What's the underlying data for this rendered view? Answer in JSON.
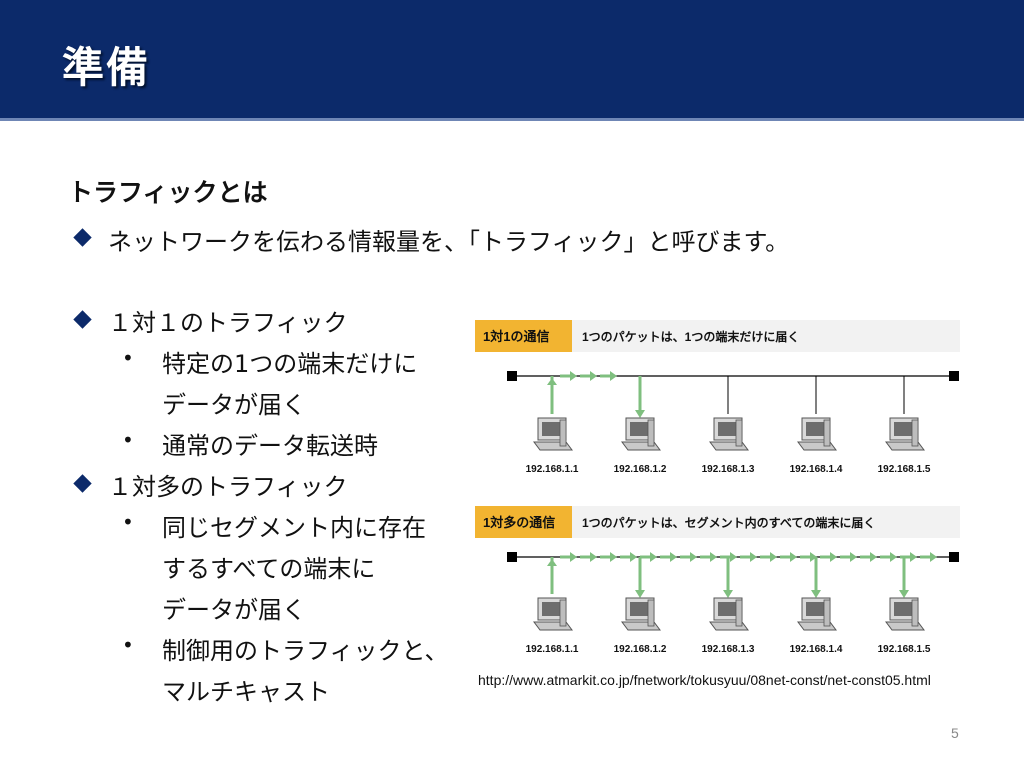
{
  "slide": {
    "title": "準備",
    "heading": "トラフィックとは",
    "bullet1": "ネットワークを伝わる情報量を、「トラフィック」と呼びます。",
    "bullet2": "１対１のトラフィック",
    "sub2a_line1": "特定の1つの端末だけに",
    "sub2a_line2": "データが届く",
    "sub2b": "通常のデータ転送時",
    "bullet3": "１対多のトラフィック",
    "sub3a_line1": "同じセグメント内に存在",
    "sub3a_line2": "するすべての端末に",
    "sub3a_line3": "データが届く",
    "sub3b_line1": "制御用のトラフィックと、",
    "sub3b_line2": "マルチキャスト",
    "url": "http://www.atmarkit.co.jp/fnetwork/tokusyuu/08net-const/net-const05.html",
    "page_number": "5"
  },
  "diagram": {
    "unicast": {
      "tag": "1対1の通信",
      "caption": "1つのパケットは、1つの端末だけに届く",
      "hosts": [
        "192.168.1.1",
        "192.168.1.2",
        "192.168.1.3",
        "192.168.1.4",
        "192.168.1.5"
      ]
    },
    "broadcast": {
      "tag": "1対多の通信",
      "caption": "1つのパケットは、セグメント内のすべての端末に届く",
      "hosts": [
        "192.168.1.1",
        "192.168.1.2",
        "192.168.1.3",
        "192.168.1.4",
        "192.168.1.5"
      ]
    },
    "colors": {
      "tag_bg": "#f2b431",
      "arrow": "#7fbf7f",
      "bus": "#000000",
      "caption_bg": "#f2f2f2"
    }
  }
}
